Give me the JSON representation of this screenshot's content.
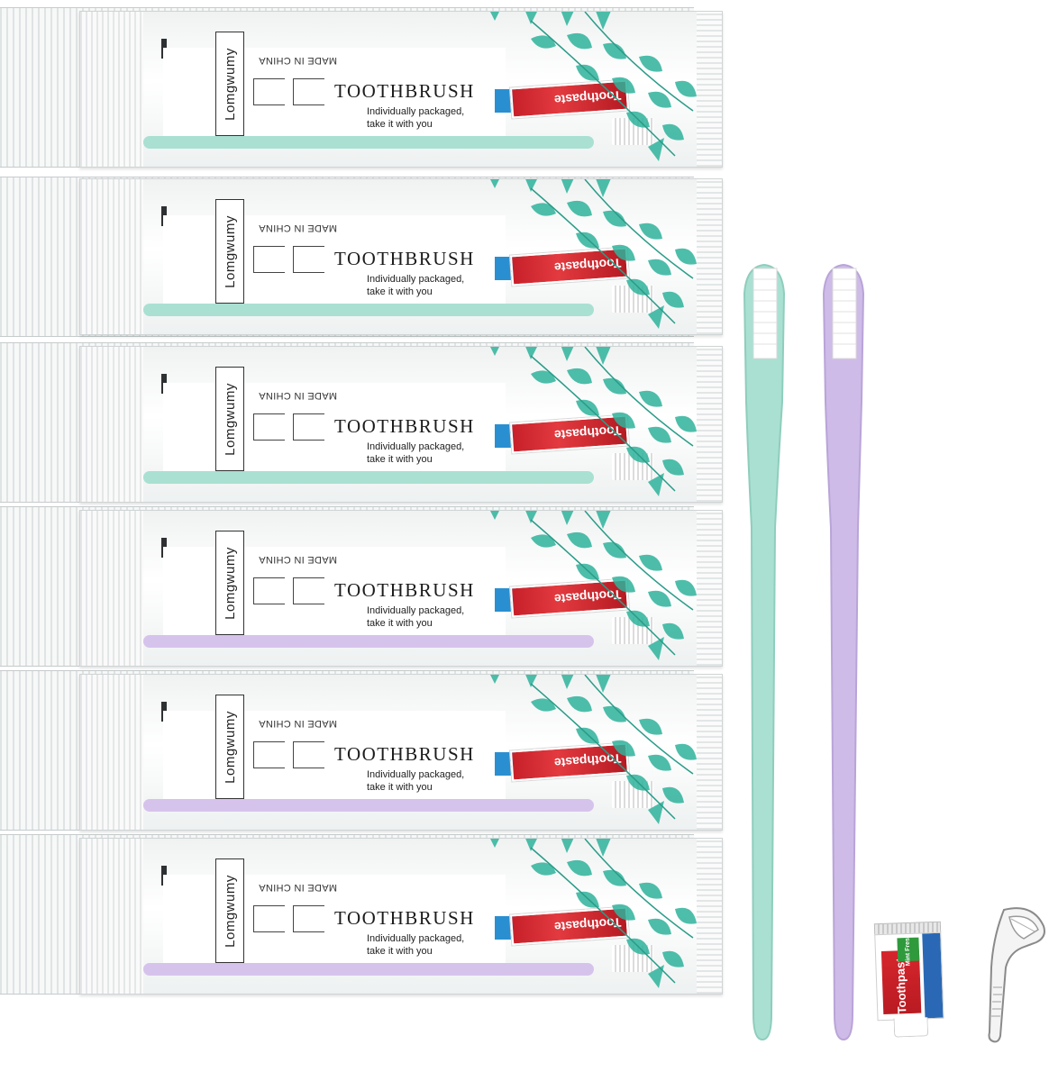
{
  "product": {
    "brand": "Lomgwumy",
    "made_in": "MADE IN CHINA",
    "title": "TOOTHBRUSH",
    "subtitle_line1": "Individually packaged,",
    "subtitle_line2": "take it with you",
    "tube_label": "Toothpaste",
    "mini_tube_label": "Toothpaste",
    "mini_tube_badge": "Mint Fresh"
  },
  "packets": [
    {
      "handle_color": "#a9e0d2"
    },
    {
      "handle_color": "#a9e0d2"
    },
    {
      "handle_color": "#a9e0d2"
    },
    {
      "handle_color": "#d6c3ec"
    },
    {
      "handle_color": "#d6c3ec"
    },
    {
      "handle_color": "#d6c3ec"
    }
  ],
  "colors": {
    "mint": "#a9e0d2",
    "lavender": "#cfbbe8",
    "leaf_teal": "#2fb39c",
    "tube_red": "#d6252c"
  },
  "brushes": [
    {
      "color": "mint"
    },
    {
      "color": "lavender"
    }
  ]
}
